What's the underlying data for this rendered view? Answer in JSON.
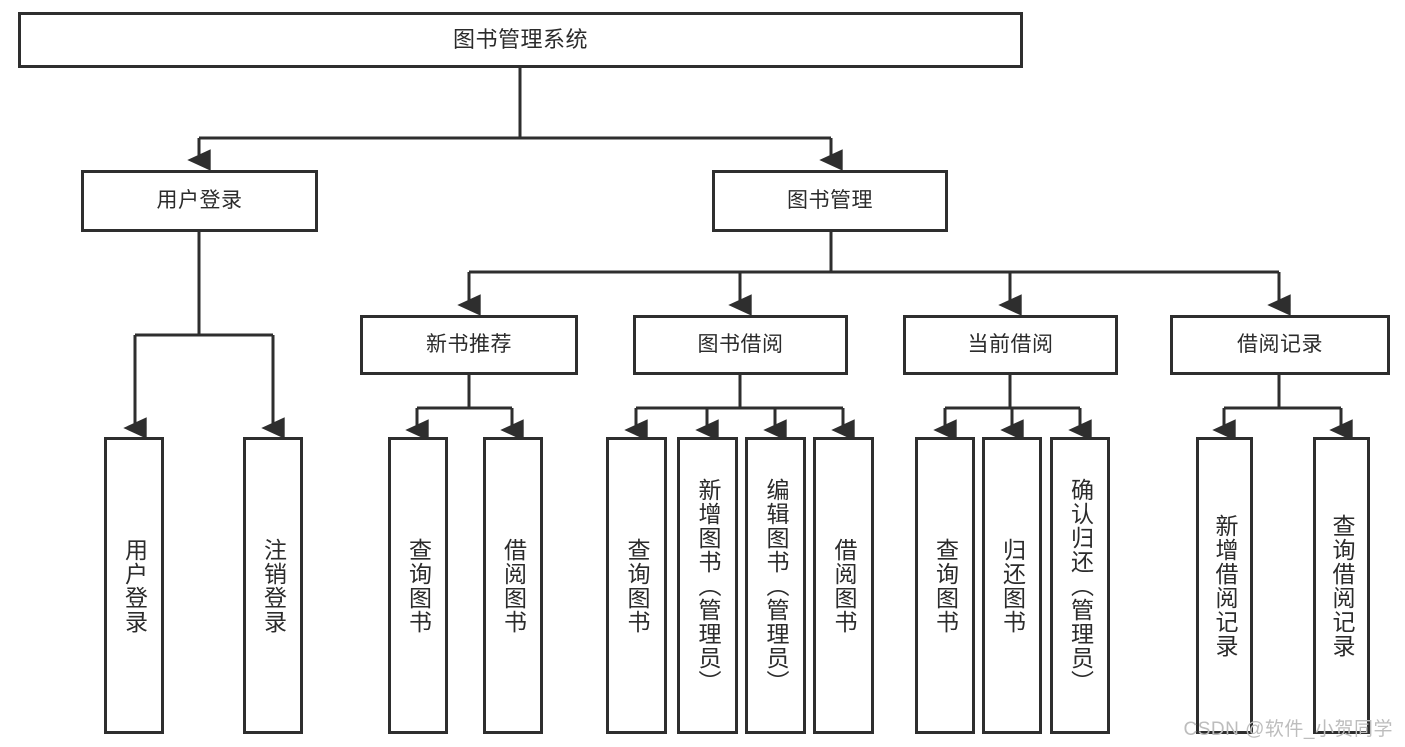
{
  "diagram": {
    "type": "tree",
    "title": "图书管理系统",
    "watermark": "CSDN @软件_小贺同学",
    "colors": {
      "box_border": "#2e2e2e",
      "box_fill": "#ffffff",
      "connector": "#2e2e2e",
      "text": "#2b2b2b",
      "watermark": "#bdbdbd",
      "background": "#ffffff"
    },
    "nodes": {
      "root": {
        "label": "图书管理系统"
      },
      "level1": [
        {
          "label": "用户登录"
        },
        {
          "label": "图书管理"
        }
      ],
      "level2": [
        {
          "label": "新书推荐"
        },
        {
          "label": "图书借阅"
        },
        {
          "label": "当前借阅"
        },
        {
          "label": "借阅记录"
        }
      ],
      "leaves_user_login": [
        {
          "label": "用户登录"
        },
        {
          "label": "注销登录"
        }
      ],
      "leaves_new_book": [
        {
          "label": "查询图书"
        },
        {
          "label": "借阅图书"
        }
      ],
      "leaves_borrow": [
        {
          "label": "查询图书"
        },
        {
          "label": "新增图书（管理员）"
        },
        {
          "label": "编辑图书（管理员）"
        },
        {
          "label": "借阅图书"
        }
      ],
      "leaves_current": [
        {
          "label": "查询图书"
        },
        {
          "label": "归还图书"
        },
        {
          "label": "确认归还（管理员）"
        }
      ],
      "leaves_records": [
        {
          "label": "新增借阅记录"
        },
        {
          "label": "查询借阅记录"
        }
      ]
    }
  }
}
